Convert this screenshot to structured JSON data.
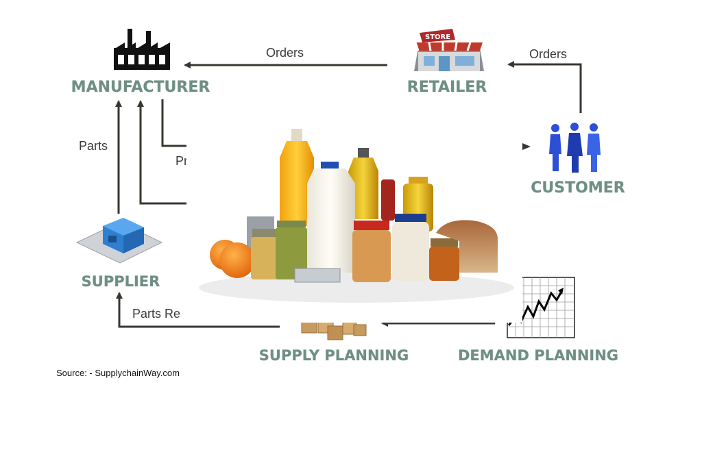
{
  "nodes": {
    "manufacturer": {
      "label": "MANUFACTURER",
      "icon": "factory-icon"
    },
    "retailer": {
      "label": "RETAILER",
      "icon": "store-icon",
      "sign": "STORE"
    },
    "customer": {
      "label": "CUSTOMER",
      "icon": "people-icon"
    },
    "supplier": {
      "label": "SUPPLIER",
      "icon": "warehouse-icon"
    },
    "supply_planning": {
      "label": "SUPPLY PLANNING",
      "icon": "boxes-icon"
    },
    "demand_planning": {
      "label": "DEMAND PLANNING",
      "icon": "trend-chart-icon"
    }
  },
  "edges": {
    "retailer_to_manufacturer": "Orders",
    "customer_to_retailer": "Orders",
    "supplier_to_manufacturer": "Parts",
    "manufacturer_products_partial": "Pr",
    "supply_to_supplier": "Parts Re"
  },
  "overlay": {
    "description_icon": "groceries-photo"
  },
  "source": "Source: - SupplychainWay.com",
  "colors": {
    "label": "#6f8f85",
    "arrow": "#3a3530",
    "people": "#2d4fd6",
    "store_roof": "#c0392b",
    "building": "#2f7fd1"
  }
}
